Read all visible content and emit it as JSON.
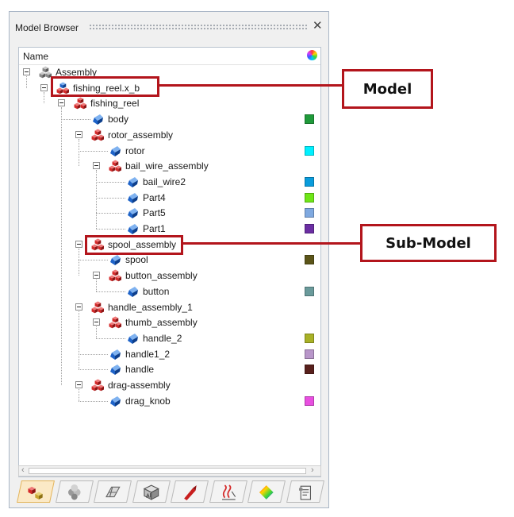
{
  "panel": {
    "title": "Model Browser",
    "close_glyph": "✕"
  },
  "tree": {
    "column_header": "Name",
    "nodes": [
      {
        "label": "Assembly",
        "icon": "assembly-gray-icon",
        "level": 0,
        "expand": true
      },
      {
        "label": "fishing_reel.x_b",
        "icon": "model-file-icon",
        "level": 1,
        "expand": true
      },
      {
        "label": "fishing_reel",
        "icon": "assembly-red-icon",
        "level": 2,
        "expand": true
      },
      {
        "label": "body",
        "icon": "part-blue-icon",
        "level": 3,
        "expand": false,
        "color": "#1f9a3a"
      },
      {
        "label": "rotor_assembly",
        "icon": "assembly-red-icon",
        "level": 3,
        "expand": true
      },
      {
        "label": "rotor",
        "icon": "part-blue-icon",
        "level": 4,
        "expand": false,
        "color": "#00f0ff"
      },
      {
        "label": "bail_wire_assembly",
        "icon": "assembly-red-icon",
        "level": 4,
        "expand": true
      },
      {
        "label": "bail_wire2",
        "icon": "part-blue-icon",
        "level": 5,
        "expand": false,
        "color": "#0a9cdc"
      },
      {
        "label": "Part4",
        "icon": "part-blue-icon",
        "level": 5,
        "expand": false,
        "color": "#6ee617"
      },
      {
        "label": "Part5",
        "icon": "part-blue-icon",
        "level": 5,
        "expand": false,
        "color": "#7fa9e0"
      },
      {
        "label": "Part1",
        "icon": "part-blue-icon",
        "level": 5,
        "expand": false,
        "color": "#6b2ea3"
      },
      {
        "label": "spool_assembly",
        "icon": "assembly-red-icon",
        "level": 3,
        "expand": true
      },
      {
        "label": "spool",
        "icon": "part-blue-icon",
        "level": 4,
        "expand": false,
        "color": "#5b5418"
      },
      {
        "label": "button_assembly",
        "icon": "assembly-red-icon",
        "level": 4,
        "expand": true
      },
      {
        "label": "button",
        "icon": "part-blue-icon",
        "level": 5,
        "expand": false,
        "color": "#6a9a9b"
      },
      {
        "label": "handle_assembly_1",
        "icon": "assembly-red-icon",
        "level": 3,
        "expand": true
      },
      {
        "label": "thumb_assembly",
        "icon": "assembly-red-icon",
        "level": 4,
        "expand": true
      },
      {
        "label": "handle_2",
        "icon": "part-blue-icon",
        "level": 5,
        "expand": false,
        "color": "#a8b126"
      },
      {
        "label": "handle1_2",
        "icon": "part-blue-icon",
        "level": 4,
        "expand": false,
        "color": "#b896c9"
      },
      {
        "label": "handle",
        "icon": "part-blue-icon",
        "level": 4,
        "expand": false,
        "color": "#58201c"
      },
      {
        "label": "drag-assembly",
        "icon": "assembly-red-icon",
        "level": 3,
        "expand": true
      },
      {
        "label": "drag_knob",
        "icon": "part-blue-icon",
        "level": 4,
        "expand": false,
        "color": "#e84fe0"
      }
    ]
  },
  "tabs": [
    {
      "icon": "model-browser-tab-icon",
      "active": true
    },
    {
      "icon": "parts-tab-icon",
      "active": false
    },
    {
      "icon": "surfaces-tab-icon",
      "active": false
    },
    {
      "icon": "materials-tab-icon",
      "active": false
    },
    {
      "icon": "loads-tab-icon",
      "active": false
    },
    {
      "icon": "thermal-tab-icon",
      "active": false
    },
    {
      "icon": "results-contour-tab-icon",
      "active": false
    },
    {
      "icon": "report-tab-icon",
      "active": false
    }
  ],
  "callouts": {
    "model": "Model",
    "submodel": "Sub-Model"
  },
  "scrollbar": {
    "left_arrow": "‹",
    "right_arrow": "›"
  },
  "colors": {
    "accent": "#b3151c",
    "part_blue": "#1e63c8",
    "assembly_red": "#d42a2a"
  }
}
